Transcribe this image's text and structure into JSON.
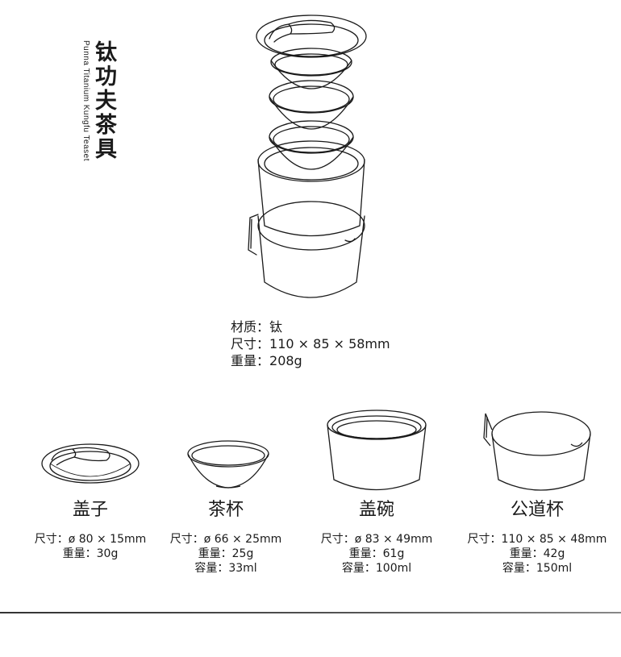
{
  "title": "钛功夫茶具",
  "subtitle": "Punna Titanium Kungfu Teaset",
  "set_specs": [
    {
      "label": "材质：",
      "value": "钛"
    },
    {
      "label": "尺寸：",
      "value": "110 × 85 × 58mm"
    },
    {
      "label": "重量：",
      "value": "208g"
    }
  ],
  "items": [
    {
      "name": "盖子",
      "lines": [
        {
          "label": "尺寸：",
          "value": "ø 80 × 15mm"
        },
        {
          "label": "重量：",
          "value": "30g"
        }
      ]
    },
    {
      "name": "茶杯",
      "lines": [
        {
          "label": "尺寸：",
          "value": "ø 66 × 25mm"
        },
        {
          "label": "重量：",
          "value": "25g"
        },
        {
          "label": "容量：",
          "value": "33ml"
        }
      ]
    },
    {
      "name": "盖碗",
      "lines": [
        {
          "label": "尺寸：",
          "value": "ø 83 × 49mm"
        },
        {
          "label": "重量：",
          "value": "61g"
        },
        {
          "label": "容量：",
          "value": "100ml"
        }
      ]
    },
    {
      "name": "公道杯",
      "lines": [
        {
          "label": "尺寸：",
          "value": "110 × 85 × 48mm"
        },
        {
          "label": "重量：",
          "value": "42g"
        },
        {
          "label": "容量：",
          "value": "150ml"
        }
      ]
    }
  ],
  "colors": {
    "line": "#1a1a1a",
    "background": "#ffffff"
  }
}
